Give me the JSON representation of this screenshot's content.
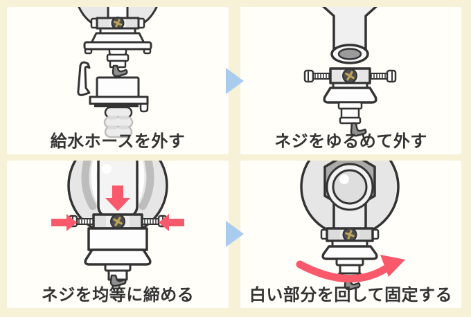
{
  "colors": {
    "background": "#F6F1D7",
    "panel": "#FFFEF8",
    "text": "#333333",
    "outline": "#333333",
    "arrow_blue": "#A9CCEE",
    "arrow_red": "#F9596B",
    "screw_gold": "#BFA35B",
    "metal_gray": "#E6E6E6",
    "dark_gray": "#8F8F8F"
  },
  "steps": [
    {
      "index": 1,
      "caption": "給水ホースを外す",
      "illustration": "faucet-with-hose-coupling-detached"
    },
    {
      "index": 2,
      "caption": "ネジをゆるめて外す",
      "illustration": "nipple-with-loosened-screws-removed-from-faucet"
    },
    {
      "index": 3,
      "caption": "ネジを均等に締める",
      "illustration": "nipple-screws-tightened-evenly-with-red-arrows"
    },
    {
      "index": 4,
      "caption": "白い部分を回して固定する",
      "illustration": "rotate-white-part-to-lock-red-arrow"
    }
  ],
  "flow_arrows": [
    {
      "name": "right-arrow-between-step-1-and-2"
    },
    {
      "name": "right-arrow-between-step-3-and-4"
    }
  ]
}
